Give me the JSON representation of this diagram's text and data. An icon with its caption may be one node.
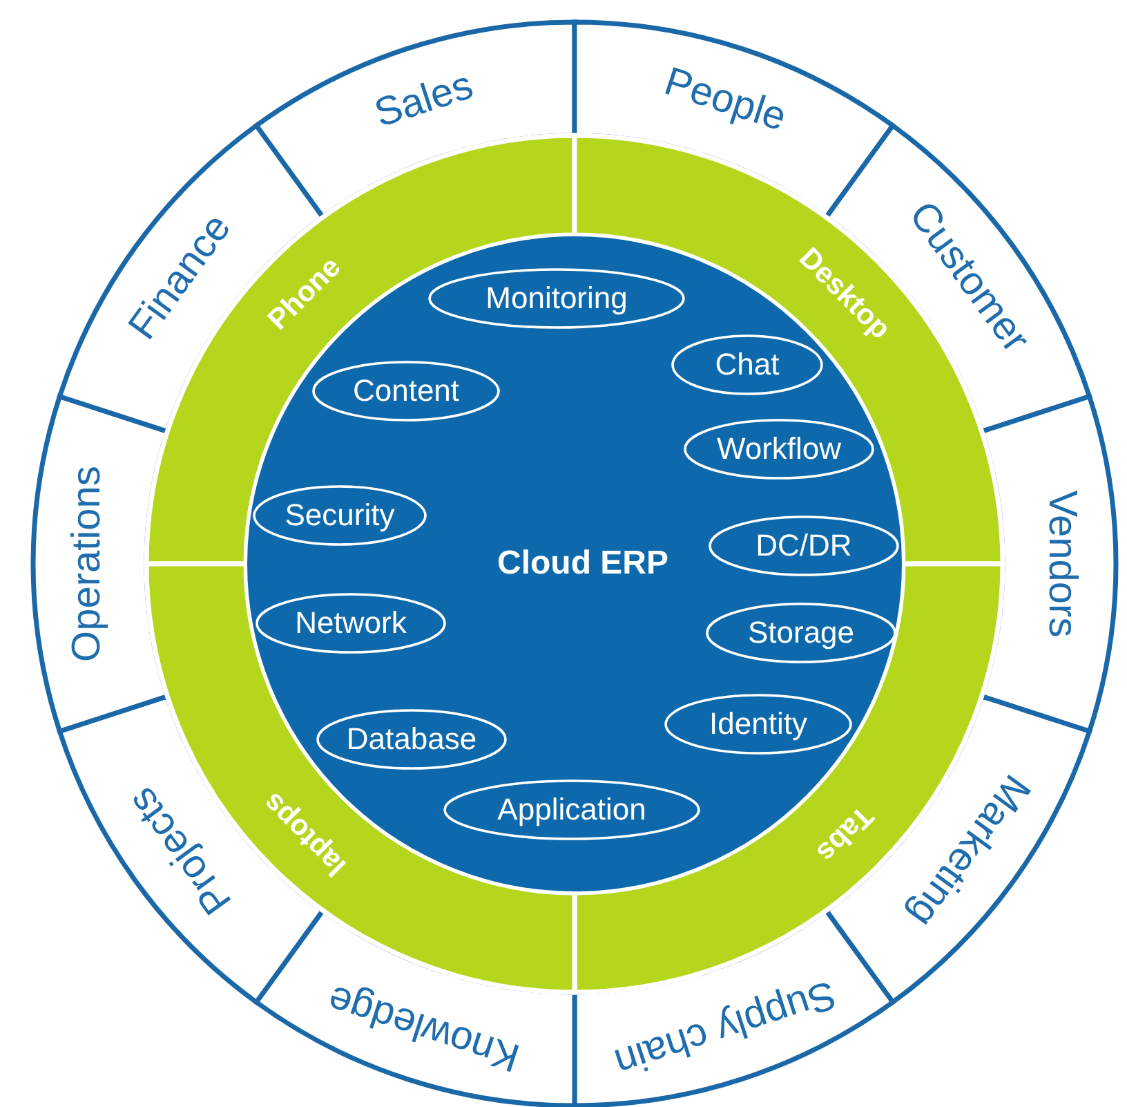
{
  "diagram": {
    "nodes": [
      {
        "text": [
          "Sales"
        ]
      },
      {
        "text": [
          "People"
        ]
      },
      {
        "text": [
          "Customer"
        ]
      },
      {
        "text": [
          "Vendors"
        ]
      },
      {
        "text": [
          "Marketing"
        ]
      },
      {
        "text": [
          "Supply chain"
        ]
      },
      {
        "text": [
          "Knowledge"
        ]
      },
      {
        "text": [
          "Projects"
        ]
      },
      {
        "text": [
          "Operations"
        ]
      },
      {
        "text": [
          "Finance"
        ]
      },
      {
        "text": [
          "Phone"
        ]
      },
      {
        "text": [
          "Desktop"
        ]
      },
      {
        "text": [
          "Tabs"
        ]
      },
      {
        "text": [
          "laptops"
        ]
      },
      {
        "text": [
          "Cloud ERP"
        ]
      },
      {
        "text": [
          "Monitoring"
        ],
        "in": 14
      },
      {
        "text": [
          "Content"
        ],
        "in": 14
      },
      {
        "text": [
          "Chat"
        ],
        "in": 14
      },
      {
        "text": [
          "Workflow"
        ],
        "in": 14
      },
      {
        "text": [
          "Security"
        ],
        "in": 14
      },
      {
        "text": [
          "DC/DR"
        ],
        "in": 14
      },
      {
        "text": [
          "Network"
        ],
        "in": 14
      },
      {
        "text": [
          "Storage"
        ],
        "in": 14
      },
      {
        "text": [
          "Identity"
        ],
        "in": 14
      },
      {
        "text": [
          "Database"
        ],
        "in": 14
      },
      {
        "text": [
          "Application"
        ],
        "in": 14
      }
    ],
    "edges": []
  }
}
